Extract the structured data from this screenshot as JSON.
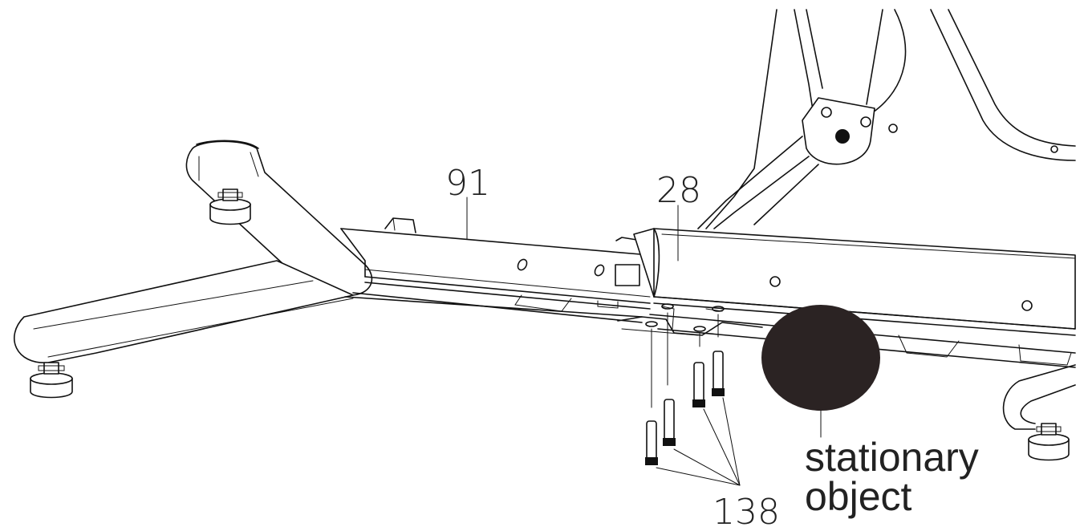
{
  "labels": {
    "part_91": "91",
    "part_28": "28",
    "part_138": "138",
    "stationary_line1": "stationary",
    "stationary_line2": "object"
  },
  "colors": {
    "line": "#111111",
    "label": "#222222",
    "stationary_object": "#2b2323",
    "background": "#ffffff"
  }
}
